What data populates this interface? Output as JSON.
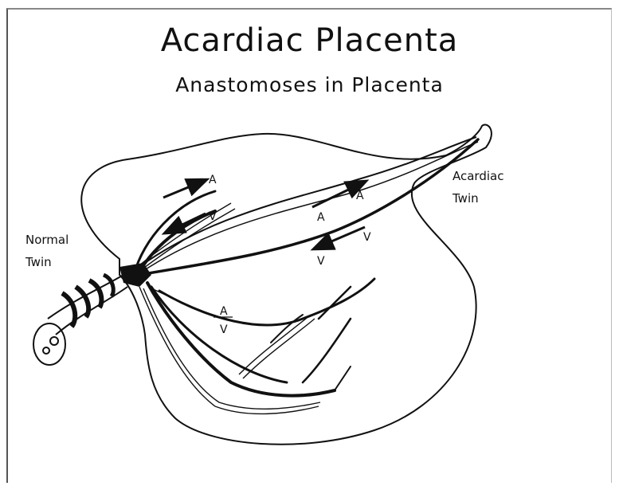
{
  "title": "Acardiac Placenta",
  "subtitle": "Anastomoses in Placenta",
  "labels": {
    "normal_twin_line1": "Normal",
    "normal_twin_line2": "Twin",
    "acardiac_twin_line1": "Acardiac",
    "acardiac_twin_line2": "Twin",
    "artery": "A",
    "vein": "V"
  }
}
